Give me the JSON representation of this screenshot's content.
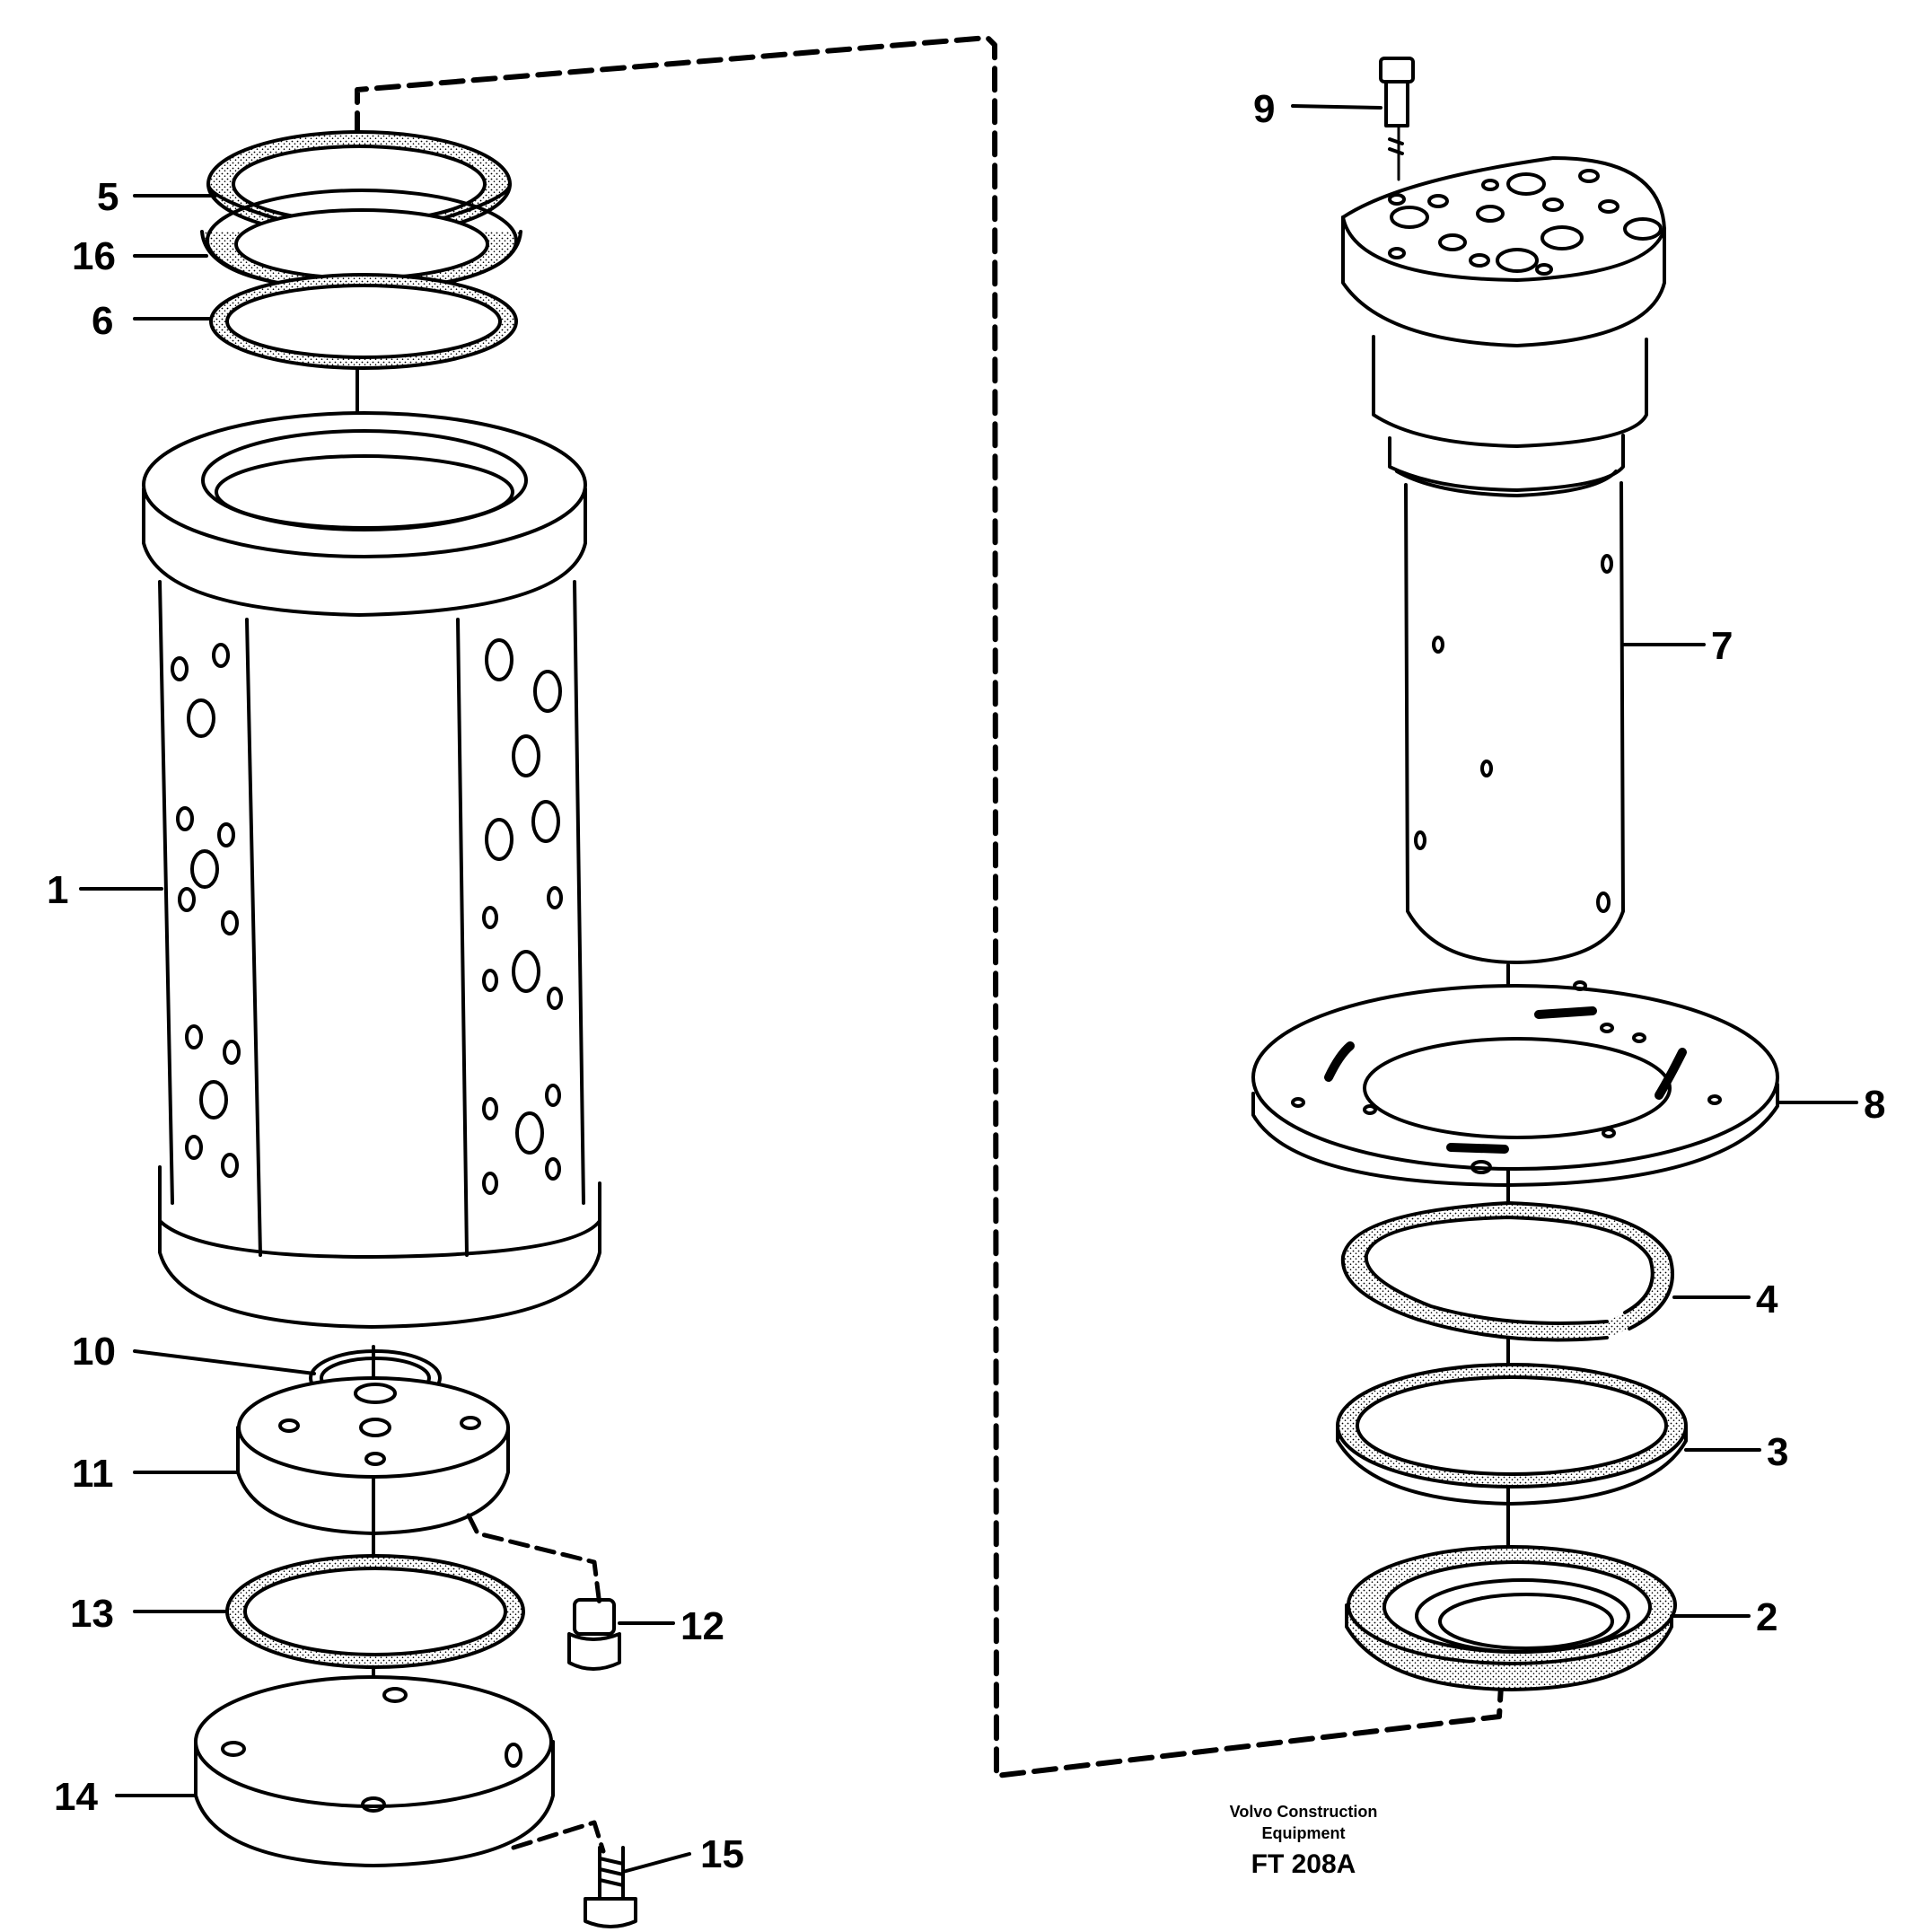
{
  "callouts": [
    "1",
    "2",
    "3",
    "4",
    "5",
    "6",
    "7",
    "8",
    "9",
    "10",
    "11",
    "12",
    "13",
    "14",
    "15",
    "16"
  ],
  "caption": {
    "line1": "Volvo Construction",
    "line2": "Equipment",
    "code": "FT 208A"
  }
}
